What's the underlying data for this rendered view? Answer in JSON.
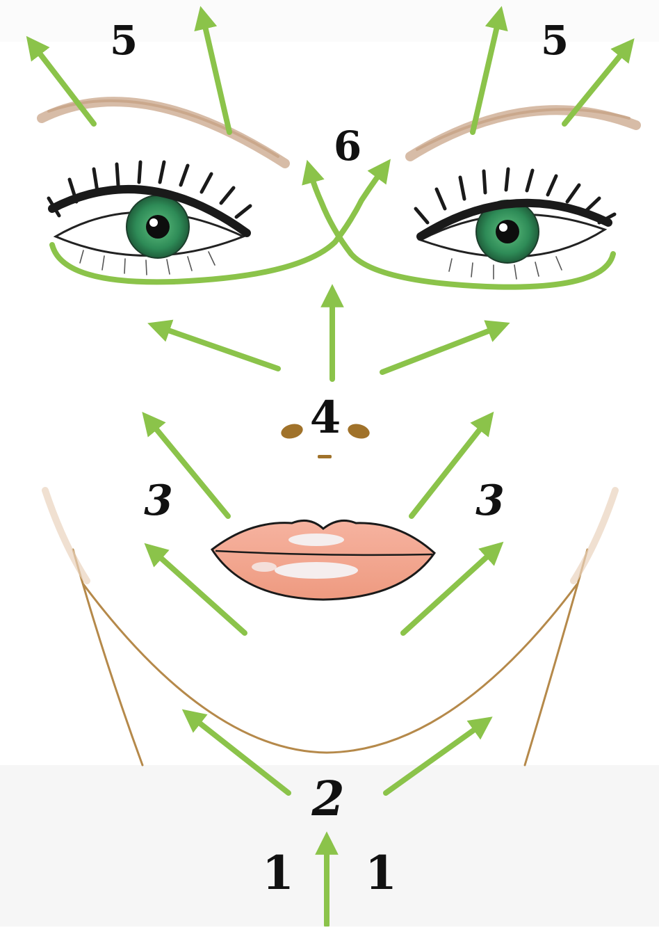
{
  "diagram": {
    "labels": {
      "one_left": "1",
      "one_right": "1",
      "two": "2",
      "three_left": "3",
      "three_right": "3",
      "four": "4",
      "five_left": "5",
      "five_right": "5",
      "six": "6"
    },
    "colors": {
      "arrow": "#8bc34a",
      "skin_line": "#b5894a",
      "brow": "#c9a58a",
      "iris": "#2e8b57",
      "lash": "#1a1a1a",
      "lip": "#f2a58e",
      "lip_highlight": "#f5eeee",
      "nostril": "#a0722a",
      "bottom_band": "#f6f6f6"
    },
    "icons": {
      "arrow": "arrow-icon",
      "eye": "eye-icon",
      "brow": "eyebrow-icon",
      "lips": "lips-icon",
      "nose": "nose-icon"
    }
  }
}
